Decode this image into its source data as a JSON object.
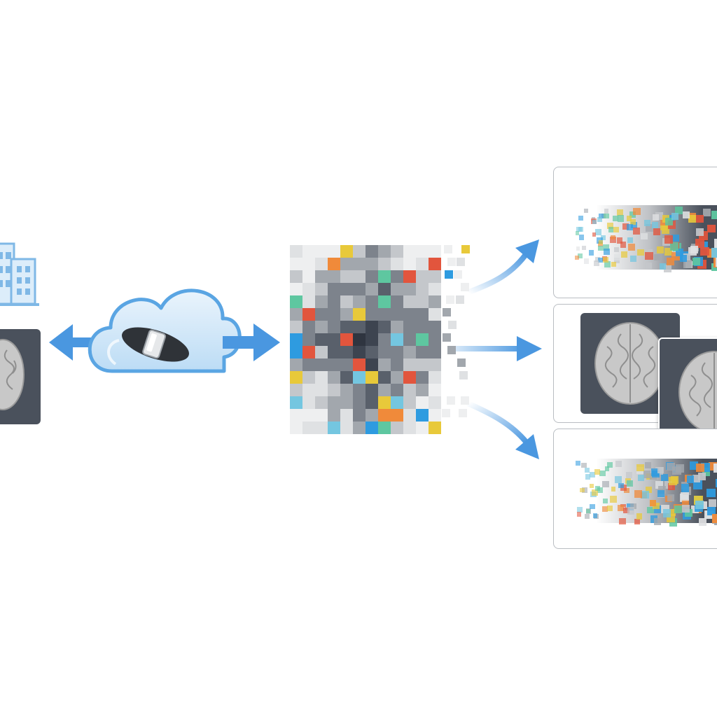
{
  "diagram": {
    "nodes": [
      {
        "id": "hospital",
        "icon": "hospital-building-icon"
      },
      {
        "id": "source-scan",
        "icon": "brain-scan-icon"
      },
      {
        "id": "cloud",
        "icon": "cloud-icon"
      },
      {
        "id": "pill",
        "icon": "capsule-icon"
      },
      {
        "id": "pixelated-image",
        "icon": "pixelated-data-icon"
      },
      {
        "id": "output-pixels-top",
        "icon": "pixel-stream-icon"
      },
      {
        "id": "output-brain-scans",
        "icon": "brain-scan-icon"
      },
      {
        "id": "output-pixels-bottom",
        "icon": "pixel-stream-icon"
      }
    ],
    "edges": [
      {
        "from": "source-scan",
        "to": "cloud",
        "style": "double-arrow"
      },
      {
        "from": "cloud",
        "to": "pixelated-image",
        "style": "arrow"
      },
      {
        "from": "pixelated-image",
        "to": "output-pixels-top",
        "style": "curved-arrow"
      },
      {
        "from": "pixelated-image",
        "to": "output-brain-scans",
        "style": "arrow"
      },
      {
        "from": "pixelated-image",
        "to": "output-pixels-bottom",
        "style": "curved-arrow"
      }
    ]
  },
  "colors": {
    "arrow": "#4a97e0",
    "cloud_fill": "#cfe5f8",
    "cloud_stroke": "#5aa5e3",
    "building": "#9bcbef",
    "scan_bg": "#4a515c",
    "brain": "#c8c8c8",
    "panel_border": "#b9bdc2",
    "pixel_accents": [
      "#2e9be0",
      "#e8c93a",
      "#e2553d",
      "#5ec7a0",
      "#f08a3a",
      "#74c6e0"
    ]
  }
}
